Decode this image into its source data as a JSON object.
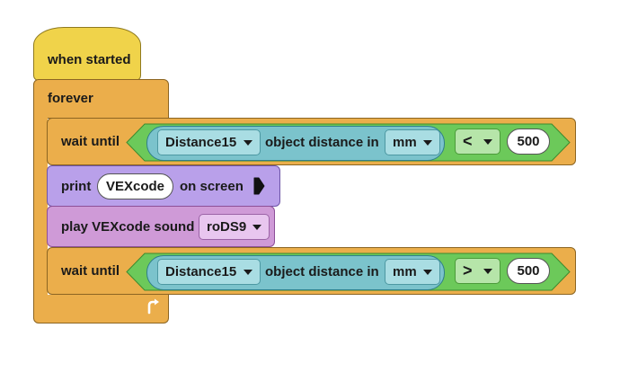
{
  "hat": {
    "label": "when started"
  },
  "forever": {
    "label": "forever"
  },
  "wait_1": {
    "label": "wait until",
    "sensor": "Distance15",
    "measure": "object distance in",
    "unit": "mm",
    "operator": "<",
    "value": "500"
  },
  "print_block": {
    "label": "print",
    "value": "VEXcode",
    "suffix": "on screen"
  },
  "sound_block": {
    "label": "play VEXcode sound",
    "sound": "roDS9"
  },
  "wait_2": {
    "label": "wait until",
    "sensor": "Distance15",
    "measure": "object distance in",
    "unit": "mm",
    "operator": ">",
    "value": "500"
  },
  "colors": {
    "events": "#f0d34a",
    "control": "#ebae4b",
    "sensing": "#7bc3cc",
    "operators": "#6cc95a",
    "looks": "#b9a0ea",
    "sound": "#cf9ad7"
  }
}
